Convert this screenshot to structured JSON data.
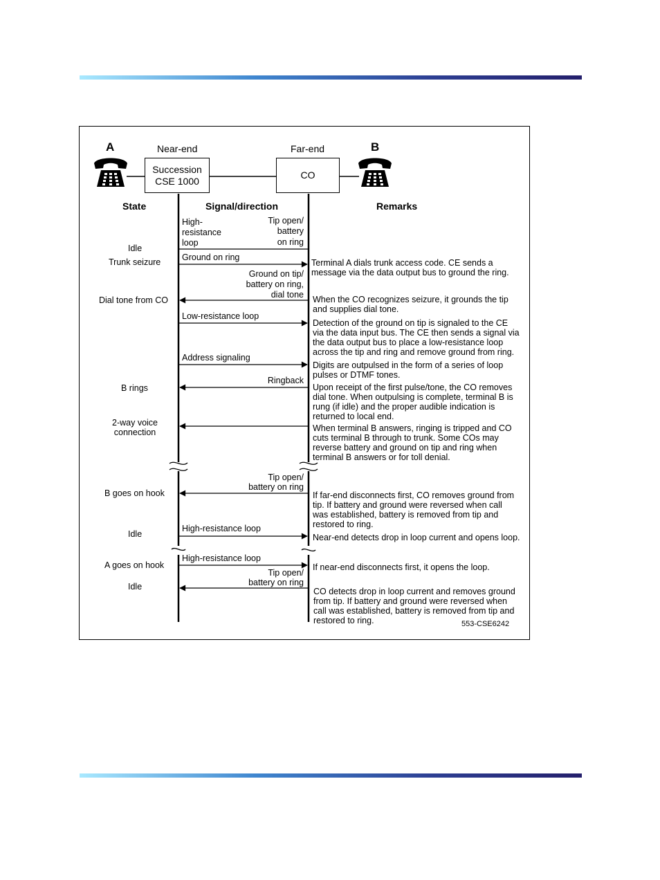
{
  "figure": {
    "endpoint_a": "A",
    "endpoint_b": "B",
    "near_end_label": "Near-end",
    "far_end_label": "Far-end",
    "near_box": "Succession\nCSE 1000",
    "far_box": "CO",
    "col_state": "State",
    "col_signal": "Signal/direction",
    "col_remarks": "Remarks",
    "states": {
      "idle1": "Idle",
      "trunk_seizure": "Trunk seizure",
      "dial_tone": "Dial tone from CO",
      "b_rings": "B rings",
      "voice_1": "2-way voice",
      "voice_2": "connection",
      "b_on_hook": "B goes on hook",
      "idle2": "Idle",
      "a_on_hook": "A goes on hook",
      "idle3": "Idle"
    },
    "signals": {
      "hr_1": "High-",
      "hr_2": "resistance",
      "hr_3": "loop",
      "tob_1": "Tip open/",
      "tob_2": "battery",
      "tob_3": "on ring",
      "ground_on_ring": "Ground on ring",
      "gt_1": "Ground on tip/",
      "gt_2": "battery on ring,",
      "gt_3": "dial tone",
      "low_res": "Low-resistance loop",
      "address": "Address signaling",
      "ringback": "Ringback",
      "to1_1": "Tip open/",
      "to1_2": "battery on ring",
      "hrl_1": "High-resistance loop",
      "hrl_2": "High-resistance loop",
      "to2_1": "Tip open/",
      "to2_2": "battery on ring"
    },
    "remarks": {
      "r1": [
        "Terminal A dials trunk access code. CE sends a",
        "message via the data output bus to ground the ring."
      ],
      "r2": [
        "When the CO recognizes seizure, it grounds the tip",
        "and supplies dial tone."
      ],
      "r3": [
        "Detection of the ground on tip is signaled to the CE",
        "via the data input bus. The CE then sends a signal via",
        "the data output bus to place a low-resistance loop",
        "across the tip and ring and remove ground from ring."
      ],
      "r4": [
        "Digits are outpulsed in the form of a series of loop",
        "pulses or DTMF tones."
      ],
      "r5": [
        "Upon receipt of the first pulse/tone, the CO removes",
        "dial tone. When outpulsing is complete, terminal B is",
        "rung (if idle) and the proper audible indication is",
        "returned to local end."
      ],
      "r6": [
        "When terminal B answers, ringing is tripped and CO",
        "cuts terminal B through to trunk. Some COs may",
        "reverse battery and ground on tip and ring when",
        "terminal B answers or for toll denial."
      ],
      "r7": [
        "If far-end disconnects first, CO removes ground from",
        "tip. If battery and ground were reversed when call",
        "was established, battery is removed from tip and",
        "restored to ring."
      ],
      "r8": [
        "Near-end detects drop in loop current and opens loop."
      ],
      "r9": [
        "If near-end disconnects first, it opens the loop."
      ],
      "r10": [
        "CO detects drop in loop current and removes ground",
        "from tip. If battery and ground were reversed when",
        "call was established, battery is removed from tip and",
        "restored to ring."
      ]
    },
    "figure_code": "553-CSE6242"
  }
}
